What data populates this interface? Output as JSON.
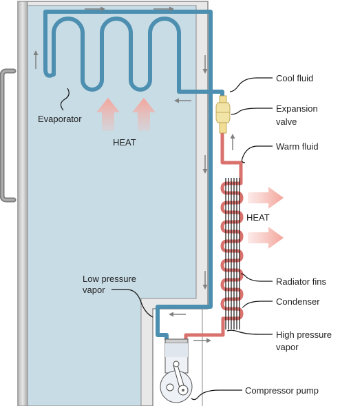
{
  "labels": {
    "evaporator": "Evaporator",
    "heat_left": "HEAT",
    "heat_right": "HEAT",
    "cool_fluid": "Cool fluid",
    "expansion_valve_line1": "Expansion",
    "expansion_valve_line2": "valve",
    "warm_fluid": "Warm fluid",
    "radiator_fins": "Radiator fins",
    "condenser": "Condenser",
    "low_pressure_line1": "Low pressure",
    "low_pressure_line2": "vapor",
    "high_pressure_line1": "High pressure",
    "high_pressure_line2": "vapor",
    "compressor_pump": "Compressor pump"
  },
  "colors": {
    "cold_pipe": "#4d8fb0",
    "hot_pipe": "#d9716d",
    "fridge_interior": "#c8dce6",
    "fridge_wall": "#e8e8e8",
    "heat_arrow": "#f4b9b2",
    "flow_arrow": "#808080"
  }
}
